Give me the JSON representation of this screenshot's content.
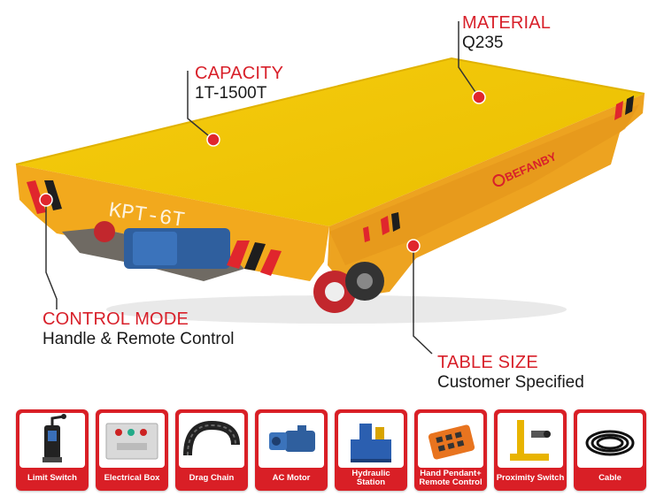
{
  "callouts": {
    "material": {
      "title": "MATERIAL",
      "value": "Q235"
    },
    "capacity": {
      "title": "CAPACITY",
      "value": "1T-1500T"
    },
    "control_mode": {
      "title": "CONTROL MODE",
      "value": "Handle & Remote Control"
    },
    "table_size": {
      "title": "TABLE SIZE",
      "value": "Customer Specified"
    }
  },
  "cart": {
    "model_text": "KPT-6T",
    "brand_text": "BEFANBY"
  },
  "colors": {
    "accent_red": "#d91f26",
    "cart_yellow": "#f5c400",
    "cart_orange": "#f0a41c"
  },
  "components": [
    {
      "label": "Limit Switch",
      "icon": "limit-switch-icon"
    },
    {
      "label": "Electrical Box",
      "icon": "electrical-box-icon"
    },
    {
      "label": "Drag Chain",
      "icon": "drag-chain-icon"
    },
    {
      "label": "AC Motor",
      "icon": "ac-motor-icon"
    },
    {
      "label": "Hydraulic Station",
      "icon": "hydraulic-station-icon"
    },
    {
      "label": "Hand Pendant+ Remote Control",
      "icon": "remote-control-icon"
    },
    {
      "label": "Proximity Switch",
      "icon": "proximity-switch-icon"
    },
    {
      "label": "Cable",
      "icon": "cable-icon"
    }
  ]
}
